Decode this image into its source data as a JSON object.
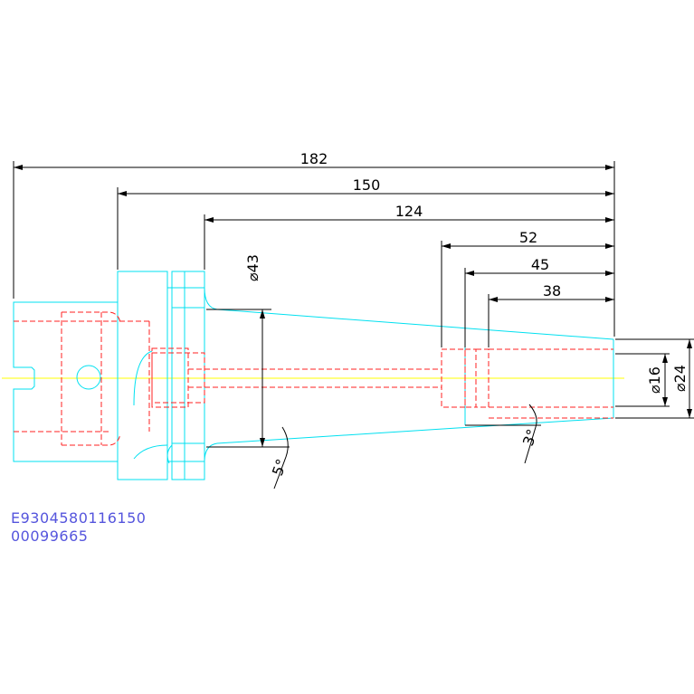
{
  "colors": {
    "outline": "#00e0f0",
    "hidden": "#ff2020",
    "dimension": "#000000",
    "centerline": "#ffff00",
    "code_text": "#5555dd"
  },
  "dimensions": {
    "overall_length": "182",
    "gauge_to_end": "150",
    "flange_to_end": "124",
    "bore_depth": "52",
    "slot_depth": "45",
    "relief_depth": "38",
    "flange_dia": "⌀43",
    "bore_dia": "⌀16",
    "nose_dia": "⌀24",
    "taper_angle_shank": "5°",
    "taper_angle_nose": "3°"
  },
  "codes": {
    "part_number": "E9304580116150",
    "serial_number": "00099665"
  }
}
